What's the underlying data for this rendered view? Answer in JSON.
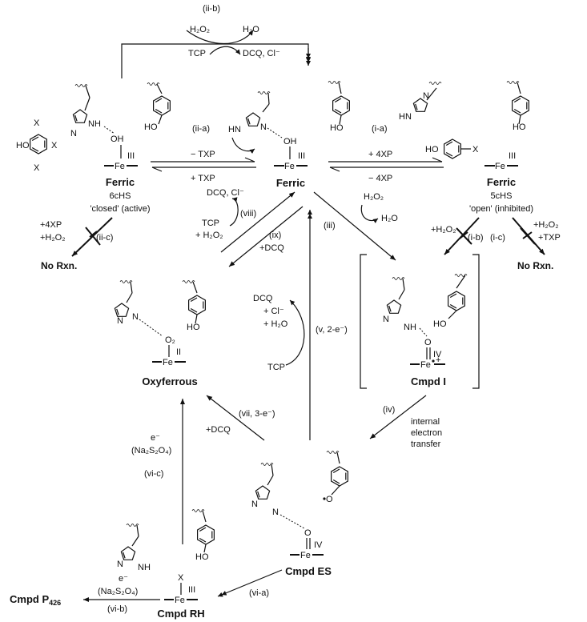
{
  "species": {
    "ferric_center": "Ferric",
    "ferric_closed": [
      "Ferric",
      "6cHS",
      "'closed' (active)"
    ],
    "ferric_open": [
      "Ferric",
      "5cHS",
      "'open' (inhibited)"
    ],
    "oxyferrous": "Oxyferrous",
    "cmpd_i": "Cmpd I",
    "cmpd_es": "Cmpd ES",
    "cmpd_rh": "Cmpd RH",
    "cmpd_p426": "Cmpd P",
    "cmpd_p426_sub": "426",
    "no_rxn": "No Rxn."
  },
  "steps": {
    "i_a": "(i-a)",
    "i_a_fwd": "+ 4XP",
    "i_a_rev": "− 4XP",
    "ii_a": "(ii-a)",
    "ii_a_fwd": "− TXP",
    "ii_a_rev": "+ TXP",
    "ii_b": "(ii-b)",
    "ii_c": "(ii-c)",
    "ii_c_r1": "+4XP",
    "ii_c_r2": "+H₂O₂",
    "i_b": "(i-b)",
    "i_b_r": "+H₂O₂",
    "i_c": "(i-c)",
    "i_c_r1": "+H₂O₂",
    "i_c_r2": "+TXP",
    "iii": "(iii)",
    "iv": "(iv)",
    "iv_text": [
      "internal",
      "electron",
      "transfer"
    ],
    "v": "(v, 2-e⁻)",
    "vi_a": "(vi-a)",
    "vi_b": "(vi-b)",
    "vi_c": "(vi-c)",
    "vii": "(vii, 3-e⁻)",
    "vii_r": "+DCQ",
    "viii": "(viii)",
    "viii_in": [
      "TCP",
      "+ H₂O₂"
    ],
    "viii_out": "DCQ, Cl⁻",
    "ix": "(ix)",
    "ix_r": "+DCQ"
  },
  "reagents": {
    "h2o2": "H₂O₂",
    "h2o": "H₂O",
    "tcp": "TCP",
    "dcq_cl": "DCQ, Cl⁻",
    "dcq": "DCQ",
    "plus_cl": "+ Cl⁻",
    "plus_h2o": "+ H₂O",
    "electron": "e⁻",
    "dithionite": "(Na₂S₂O₄)"
  },
  "atoms": {
    "fe": "Fe",
    "oh": "OH",
    "ho": "HO",
    "o": "O",
    "o2": "O₂",
    "x": "X",
    "n": "N",
    "nh": "NH",
    "hn": "HN",
    "ox_iii": "III",
    "ox_ii": "II",
    "ox_iv": "IV"
  }
}
